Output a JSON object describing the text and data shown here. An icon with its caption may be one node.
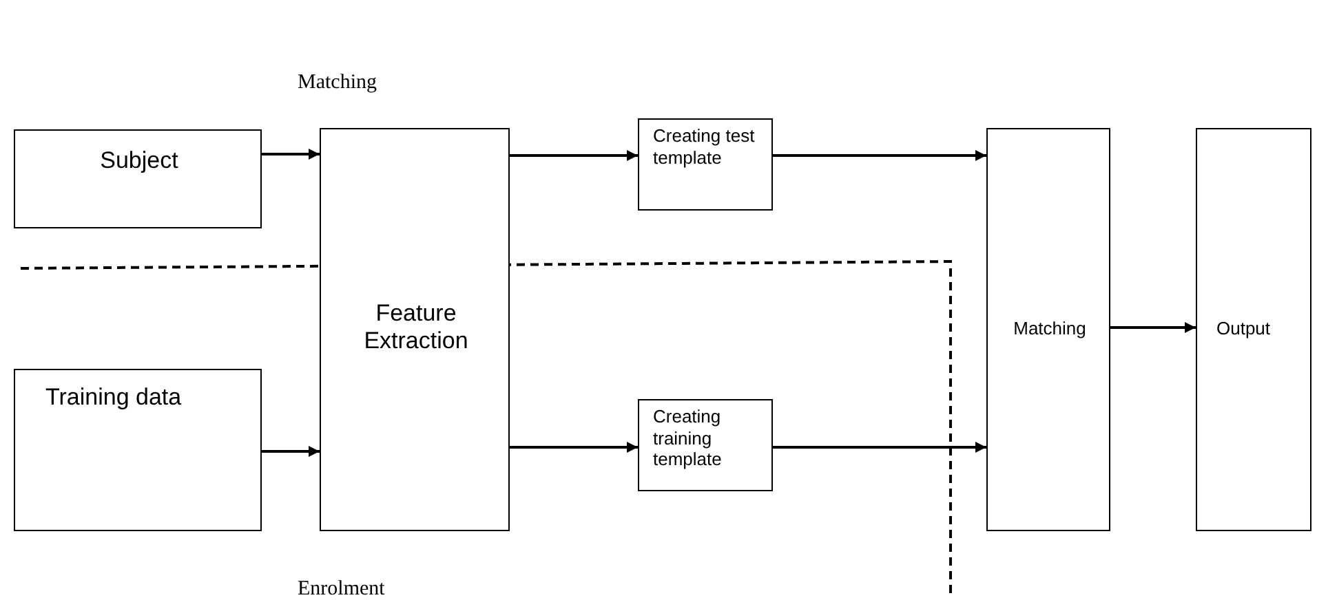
{
  "diagram": {
    "nodes": [
      {
        "text": [
          "Subject"
        ]
      },
      {
        "text": [
          "Feature Extraction"
        ]
      },
      {
        "text": [
          "Creating test template"
        ]
      },
      {
        "text": [
          "Training data"
        ]
      },
      {
        "text": [
          "Creating training template"
        ]
      },
      {
        "text": [
          "Matching"
        ]
      },
      {
        "text": [
          "Output"
        ]
      }
    ],
    "edges": [
      {
        "from": 0,
        "to": 1,
        "arrow": "to"
      },
      {
        "from": 3,
        "to": 1,
        "arrow": "to"
      },
      {
        "from": 1,
        "to": 2,
        "arrow": "to"
      },
      {
        "from": 1,
        "to": 4,
        "arrow": "to"
      },
      {
        "from": 2,
        "to": 5,
        "arrow": "to"
      },
      {
        "from": 4,
        "to": 5,
        "arrow": "to"
      },
      {
        "from": 5,
        "to": 6,
        "arrow": "to"
      }
    ],
    "labels": [
      "Matching",
      "Enrolment"
    ]
  }
}
